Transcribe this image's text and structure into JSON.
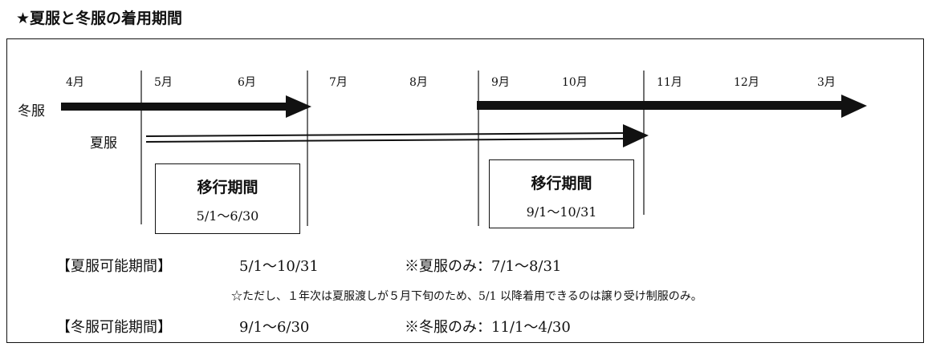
{
  "title": "★夏服と冬服の着用期間",
  "months": [
    "4月",
    "5月",
    "6月",
    "7月",
    "8月",
    "9月",
    "10月",
    "11月",
    "12月",
    "3月"
  ],
  "rows": {
    "winter": "冬服",
    "summer": "夏服"
  },
  "transition_periods": [
    {
      "title": "移行期間",
      "dates": "5/1～6/30"
    },
    {
      "title": "移行期間",
      "dates": "9/1～10/31"
    }
  ],
  "info": {
    "summer": {
      "label": "【夏服可能期間】",
      "period": "5/1～10/31",
      "only": "※夏服のみ：7/1～8/31"
    },
    "note": "☆ただし、１年次は夏服渡しが５月下旬のため、5/1 以降着用できるのは譲り受け制服のみ。",
    "winter": {
      "label": "【冬服可能期間】",
      "period": "9/1～6/30",
      "only": "※冬服のみ：11/1～4/30"
    }
  },
  "colors": {
    "line": "#111111",
    "background": "#ffffff"
  }
}
